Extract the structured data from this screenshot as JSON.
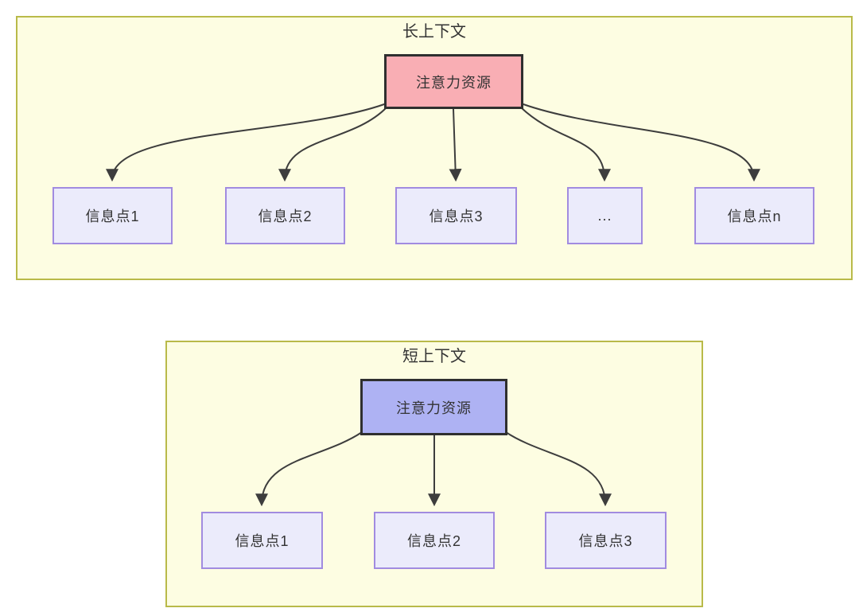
{
  "colors": {
    "page_background": "#ffffff",
    "container_fill": "#fdfde2",
    "container_border": "#b9ba49",
    "long_root_fill": "#f9aeb4",
    "short_root_fill": "#aeb2f3",
    "root_border": "#2f2f2f",
    "leaf_fill": "#ebebfb",
    "leaf_border": "#a18be0",
    "edge_color": "#3d3d3d",
    "text_color": "#333333"
  },
  "diagrams": [
    {
      "title": "长上下文",
      "root": {
        "label": "注意力资源"
      },
      "children": [
        {
          "label": "信息点1"
        },
        {
          "label": "信息点2"
        },
        {
          "label": "信息点3"
        },
        {
          "label": "..."
        },
        {
          "label": "信息点n"
        }
      ]
    },
    {
      "title": "短上下文",
      "root": {
        "label": "注意力资源"
      },
      "children": [
        {
          "label": "信息点1"
        },
        {
          "label": "信息点2"
        },
        {
          "label": "信息点3"
        }
      ]
    }
  ]
}
